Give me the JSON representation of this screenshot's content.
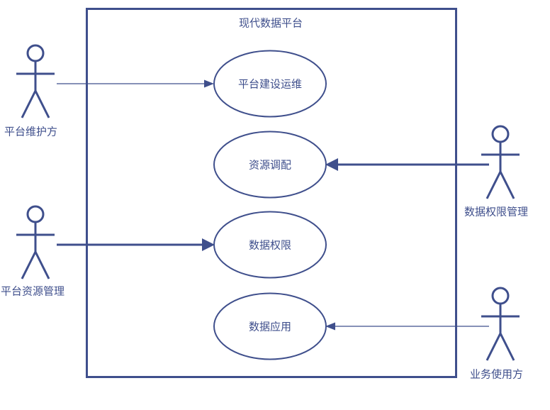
{
  "diagram": {
    "type": "uml-use-case",
    "system": {
      "title": "现代数据平台"
    },
    "use_cases": [
      {
        "id": "uc1",
        "label": "平台建设运维"
      },
      {
        "id": "uc2",
        "label": "资源调配"
      },
      {
        "id": "uc3",
        "label": "数据权限"
      },
      {
        "id": "uc4",
        "label": "数据应用"
      }
    ],
    "actors": [
      {
        "id": "actor-left-1",
        "label": "平台维护方",
        "side": "left"
      },
      {
        "id": "actor-left-2",
        "label": "平台资源管理",
        "side": "left"
      },
      {
        "id": "actor-right-1",
        "label": "数据权限管理",
        "side": "right"
      },
      {
        "id": "actor-right-2",
        "label": "业务使用方",
        "side": "right"
      }
    ],
    "associations": [
      {
        "from": "平台维护方",
        "to": "平台建设运维",
        "weight": "thin",
        "direction": "right"
      },
      {
        "from": "平台资源管理",
        "to": "数据权限",
        "weight": "thick",
        "direction": "right"
      },
      {
        "from": "数据权限管理",
        "to": "资源调配",
        "weight": "thick",
        "direction": "left"
      },
      {
        "from": "业务使用方",
        "to": "数据应用",
        "weight": "thin",
        "direction": "left"
      }
    ],
    "colors": {
      "stroke": "#3F4F8C",
      "background": "#FFFFFF"
    }
  }
}
